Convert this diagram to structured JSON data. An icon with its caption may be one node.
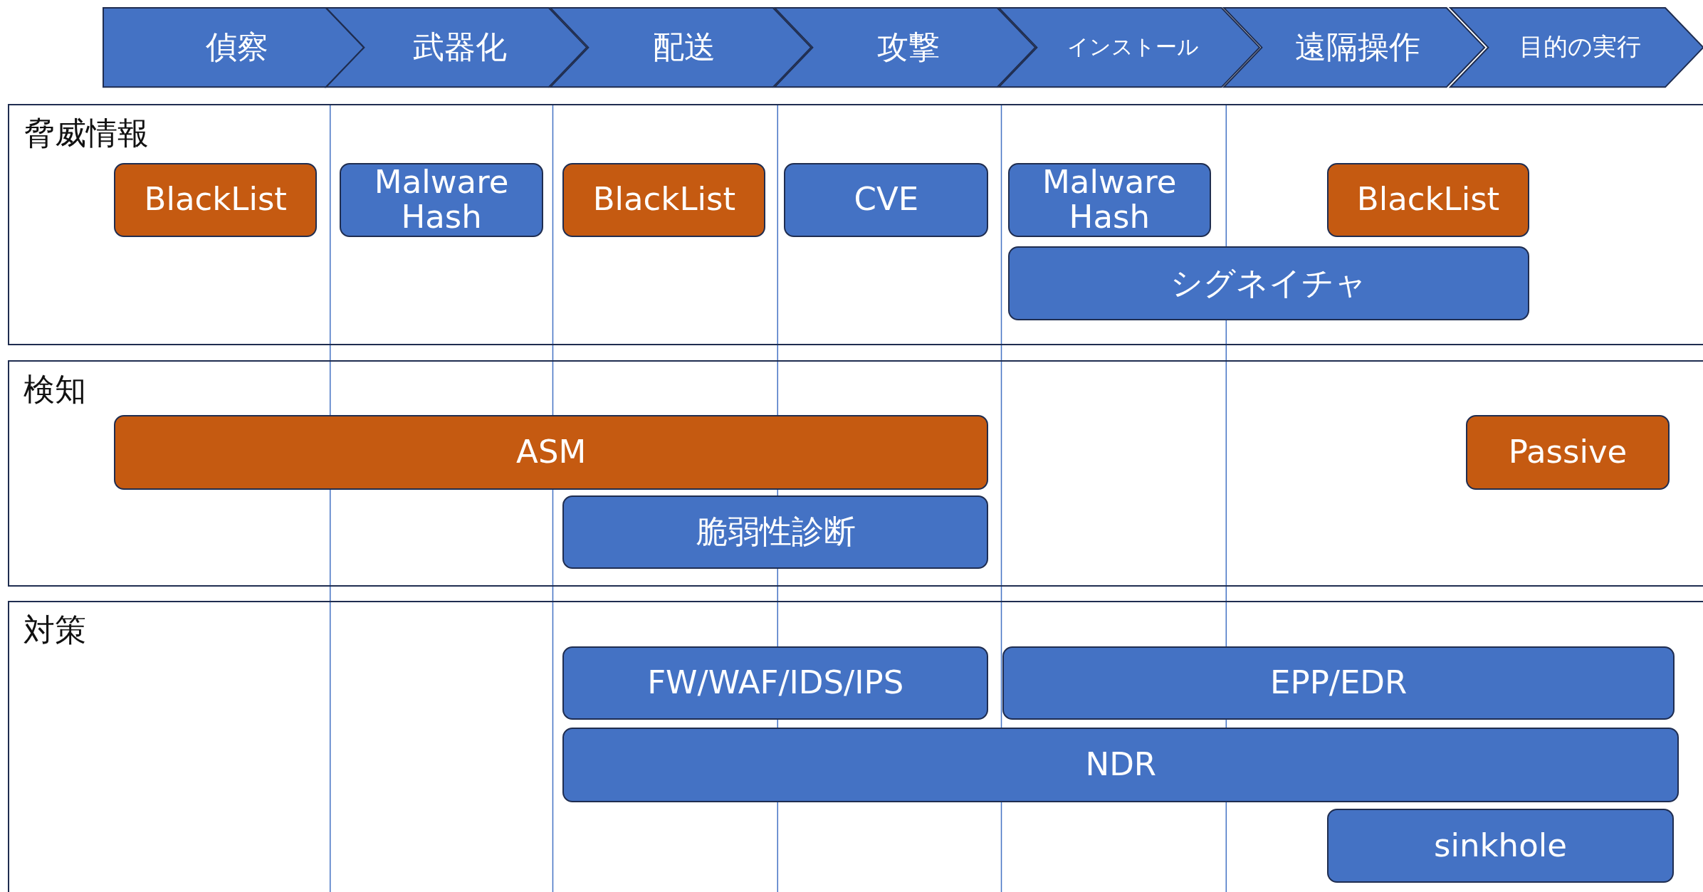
{
  "diagram": {
    "nodes": [
      {
        "text": [
          "偵察"
        ]
      },
      {
        "text": [
          "武器化"
        ]
      },
      {
        "text": [
          "配送"
        ]
      },
      {
        "text": [
          "攻撃"
        ]
      },
      {
        "text": [
          "インストール"
        ]
      },
      {
        "text": [
          "遠隔操作"
        ]
      },
      {
        "text": [
          "目的の実行"
        ]
      },
      {
        "text": [
          "脅威情報"
        ]
      },
      {
        "text": [
          "BlackList"
        ],
        "in": 7
      },
      {
        "text": [
          "Malware Hash"
        ],
        "in": 7
      },
      {
        "text": [
          "BlackList"
        ],
        "in": 7
      },
      {
        "text": [
          "CVE"
        ],
        "in": 7
      },
      {
        "text": [
          "Malware Hash"
        ],
        "in": 7
      },
      {
        "text": [
          "BlackList"
        ],
        "in": 7
      },
      {
        "text": [
          "シグネイチャ"
        ],
        "in": 7
      },
      {
        "text": [
          "検知"
        ]
      },
      {
        "text": [
          "ASM"
        ],
        "in": 15
      },
      {
        "text": [
          "Passive"
        ],
        "in": 15
      },
      {
        "text": [
          "脆弱性診断"
        ],
        "in": 15
      },
      {
        "text": [
          "対策"
        ]
      },
      {
        "text": [
          "FW/WAF/IDS/IPS"
        ],
        "in": 19
      },
      {
        "text": [
          "EPP/EDR"
        ],
        "in": 19
      },
      {
        "text": [
          "NDR"
        ],
        "in": 19
      },
      {
        "text": [
          "sinkhole"
        ],
        "in": 19
      }
    ]
  }
}
